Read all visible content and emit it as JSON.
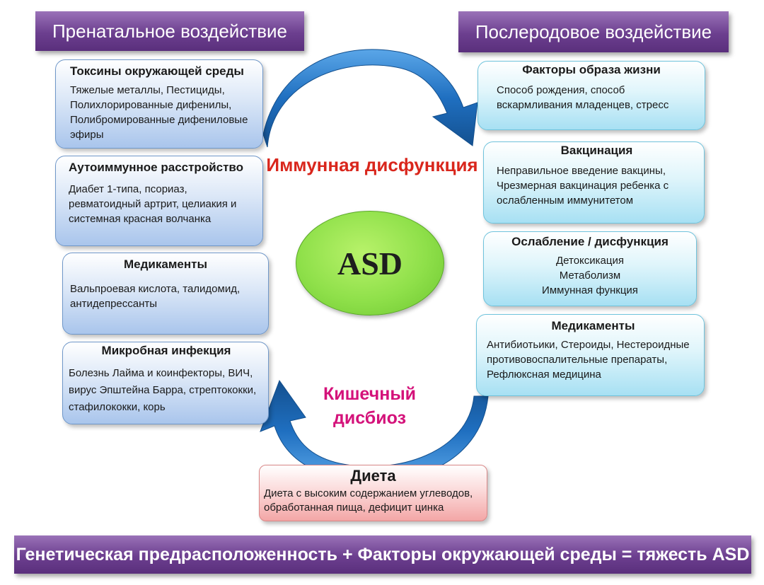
{
  "prenatal": {
    "title": "Пренатальное воздействие",
    "boxes": [
      {
        "title": "Токсины окружающей среды",
        "lines": [
          "Тяжелые металлы, Пестициды,",
          "Полихлорированные дифенилы,",
          "Полибромированные дифениловые",
          "эфиры"
        ]
      },
      {
        "title": "Аутоиммунное расстройство",
        "lines": [
          "Диабет 1-типа, псориаз,",
          "ревматоидный артрит, целиакия и",
          "системная красная волчанка"
        ]
      },
      {
        "title": "Медикаменты",
        "lines": [
          "Вальпроевая кислота, талидомид,",
          "антидепрессанты"
        ]
      },
      {
        "title": "Микробная инфекция",
        "lines": [
          "Болезнь Лайма и коинфекторы, ВИЧ,",
          "вирус Эпштейна Барра, стрептококки,",
          "стафилококки, корь"
        ]
      }
    ]
  },
  "postnatal": {
    "title": "Послеродовое воздействие",
    "boxes": [
      {
        "title": "Факторы образа жизни",
        "lines": [
          "Способ рождения, способ",
          "вскармливания младенцев, стресс"
        ]
      },
      {
        "title": "Вакцинация",
        "lines": [
          "Неправильное введение вакцины,",
          "Чрезмерная вакцинация ребенка с",
          "ослабленным иммунитетом"
        ]
      },
      {
        "title": "Ослабление / дисфункция",
        "lines": [
          "Детоксикация",
          "Метаболизм",
          "Иммунная функция"
        ]
      },
      {
        "title": "Медикаменты",
        "lines": [
          "Антибиотьики, Стероиды, Нестероидные",
          "противовоспалительные препараты,",
          "Рефлюксная медицина"
        ]
      }
    ]
  },
  "center": {
    "asd": "ASD",
    "immune": "Иммунная дисфункция",
    "gut_line1": "Кишечный",
    "gut_line2": "дисбиоз"
  },
  "diet": {
    "title": "Диета",
    "lines": [
      "Диета с высоким содержанием углеводов,",
      "обработанная пища, дефицит цинка"
    ]
  },
  "footer": "Генетическая предрасположенность + Факторы окружающей среды = тяжесть ASD",
  "colors": {
    "header": "#6c3f8f",
    "immune_text": "#d9261c",
    "gut_text": "#d4127a",
    "arrow": "#1f6fc0",
    "asd_fill": "#8fe04a"
  }
}
